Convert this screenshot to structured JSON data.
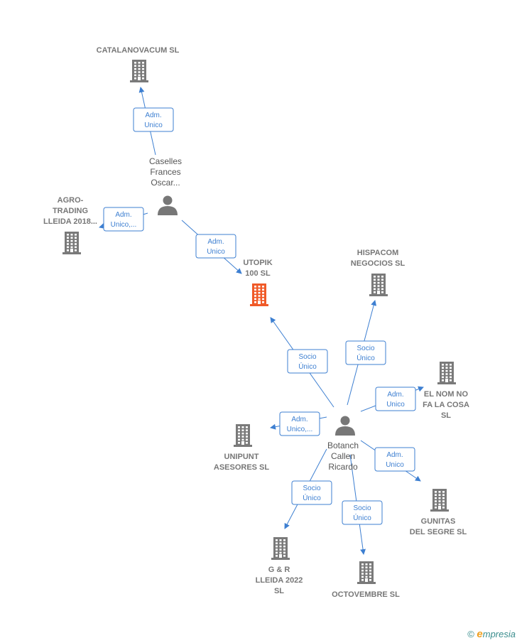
{
  "nodes": [
    {
      "id": "catalanovacum",
      "kind": "company",
      "label": [
        "CATALANOVACUM SL"
      ]
    },
    {
      "id": "agro",
      "kind": "company",
      "label": [
        "AGRO-",
        "TRADING",
        "LLEIDA 2018..."
      ]
    },
    {
      "id": "utopik",
      "kind": "company-main",
      "label": [
        "UTOPIK",
        "100  SL"
      ]
    },
    {
      "id": "hispacom",
      "kind": "company",
      "label": [
        "HISPACOM",
        "NEGOCIOS  SL"
      ]
    },
    {
      "id": "elnom",
      "kind": "company",
      "label": [
        "EL NOM NO",
        "FA LA COSA",
        "SL"
      ]
    },
    {
      "id": "unipunt",
      "kind": "company",
      "label": [
        "UNIPUNT",
        "ASESORES  SL"
      ]
    },
    {
      "id": "gunitas",
      "kind": "company",
      "label": [
        "GUNITAS",
        "DEL SEGRE SL"
      ]
    },
    {
      "id": "gr",
      "kind": "company",
      "label": [
        "G & R",
        "LLEIDA 2022",
        "SL"
      ]
    },
    {
      "id": "octovembre",
      "kind": "company",
      "label": [
        "OCTOVEMBRE SL"
      ]
    },
    {
      "id": "caselles",
      "kind": "person",
      "label": [
        "Caselles",
        "Frances",
        "Oscar..."
      ]
    },
    {
      "id": "botanch",
      "kind": "person",
      "label": [
        "Botanch",
        "Callen",
        "Ricardo"
      ]
    }
  ],
  "edges": [
    {
      "from": "caselles",
      "to": "catalanovacum",
      "label": [
        "Adm.",
        "Unico"
      ]
    },
    {
      "from": "caselles",
      "to": "agro",
      "label": [
        "Adm.",
        "Unico,..."
      ]
    },
    {
      "from": "caselles",
      "to": "utopik",
      "label": [
        "Adm.",
        "Unico"
      ]
    },
    {
      "from": "botanch",
      "to": "utopik",
      "label": [
        "Socio",
        "Único"
      ]
    },
    {
      "from": "botanch",
      "to": "hispacom",
      "label": [
        "Socio",
        "Único"
      ]
    },
    {
      "from": "botanch",
      "to": "elnom",
      "label": [
        "Adm.",
        "Unico"
      ]
    },
    {
      "from": "botanch",
      "to": "unipunt",
      "label": [
        "Adm.",
        "Unico,..."
      ]
    },
    {
      "from": "botanch",
      "to": "gunitas",
      "label": [
        "Adm.",
        "Unico"
      ]
    },
    {
      "from": "botanch",
      "to": "gr",
      "label": [
        "Socio",
        "Único"
      ]
    },
    {
      "from": "botanch",
      "to": "octovembre",
      "label": [
        "Socio",
        "Único"
      ]
    }
  ],
  "colors": {
    "edge": "#3d7fd1",
    "company": "#7a7a7a",
    "main": "#f05a28",
    "person": "#777777"
  },
  "footer": {
    "copyright": "©",
    "brand_initial": "e",
    "brand_rest": "mpresia"
  }
}
